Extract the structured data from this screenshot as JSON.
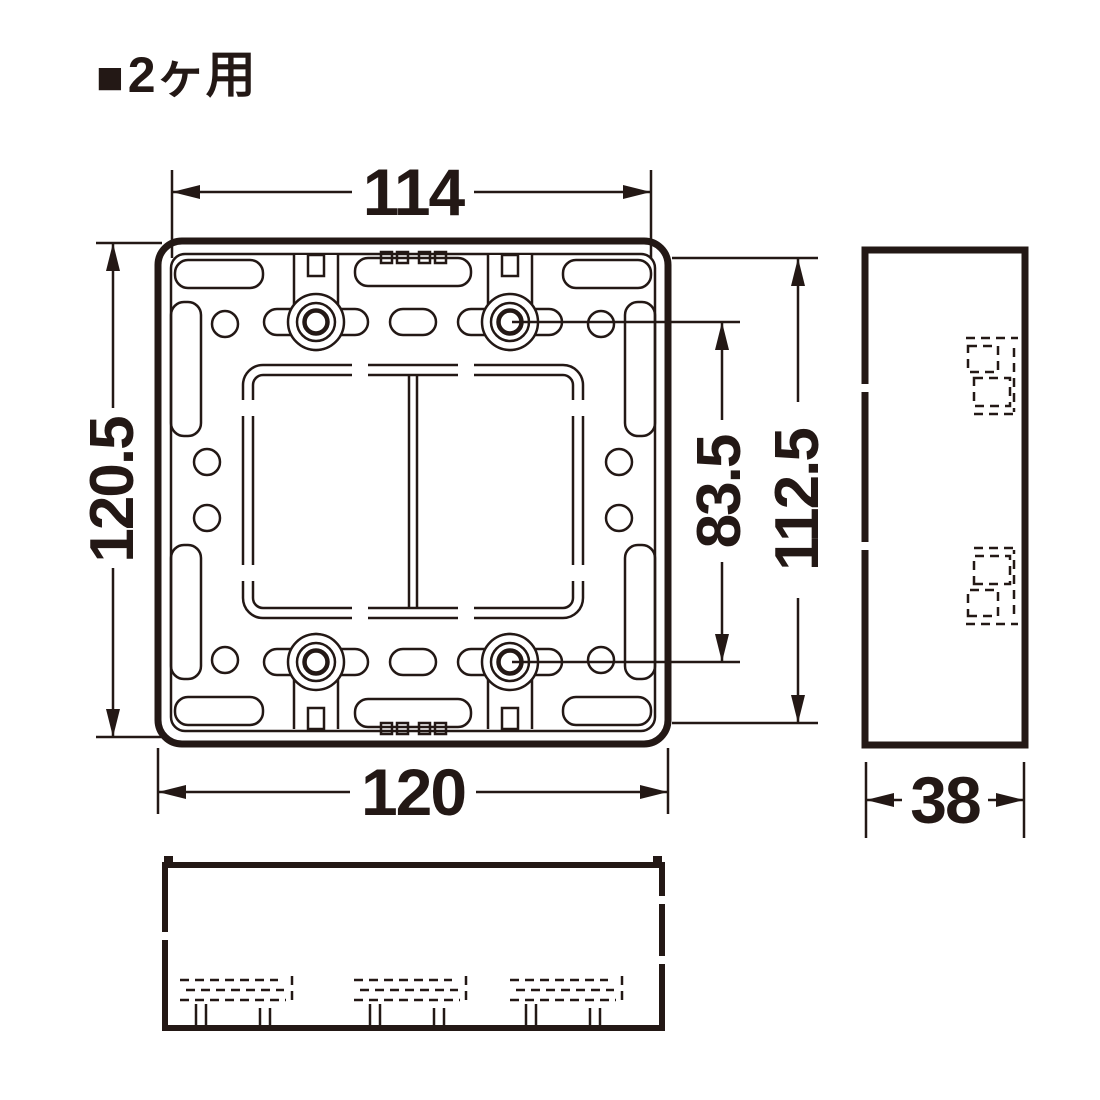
{
  "title": {
    "marker": "■",
    "label": "2ヶ用"
  },
  "dims": {
    "top_width": "114",
    "left_height": "120.5",
    "screw_pitch": "83.5",
    "right_height": "112.5",
    "bottom_width": "120",
    "depth": "38"
  },
  "colors": {
    "ink": "#231815",
    "background": "#ffffff"
  }
}
